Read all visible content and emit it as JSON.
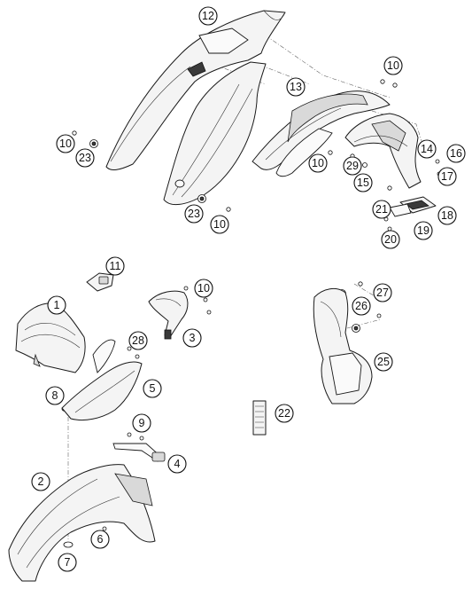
{
  "callouts": {
    "c1": "1",
    "c2": "2",
    "c3": "3",
    "c4": "4",
    "c5": "5",
    "c6": "6",
    "c7": "7",
    "c8": "8",
    "c9": "9",
    "c10a": "10",
    "c10b": "10",
    "c10c": "10",
    "c10d": "10",
    "c10e": "10",
    "c11": "11",
    "c12": "12",
    "c13": "13",
    "c14": "14",
    "c15": "15",
    "c16": "16",
    "c17": "17",
    "c18": "18",
    "c19": "19",
    "c20": "20",
    "c21": "21",
    "c22": "22",
    "c23a": "23",
    "c23b": "23",
    "c25": "25",
    "c26": "26",
    "c27": "27",
    "c28": "28",
    "c29": "29"
  }
}
